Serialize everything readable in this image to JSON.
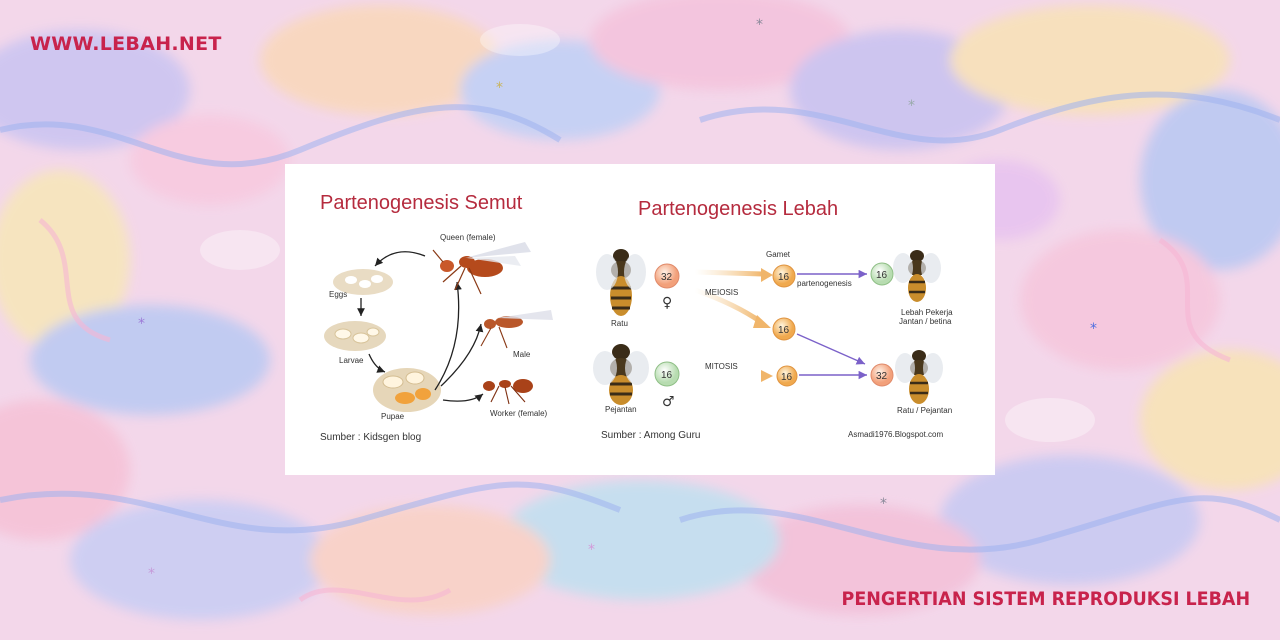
{
  "header": {
    "site": "WWW.LEBAH.NET"
  },
  "footer": {
    "title": "PENGERTIAN SISTEM REPRODUKSI LEBAH"
  },
  "figure": {
    "ant": {
      "title": "Partenogenesis Semut",
      "labels": {
        "queen": "Queen (female)",
        "eggs": "Eggs",
        "larvae": "Larvae",
        "pupae": "Pupae",
        "male": "Male",
        "worker": "Worker (female)"
      },
      "source": "Sumber : Kidsgen blog"
    },
    "bee": {
      "title": "Partenogenesis Lebah",
      "labels": {
        "ratu": "Ratu",
        "pejantan": "Pejantan",
        "gamet": "Gamet",
        "meiosis": "MEIOSIS",
        "mitosis": "MITOSIS",
        "partenogenesis": "partenogenesis",
        "pekerja_1": "Lebah Pekerja",
        "pekerja_2": "Jantan / betina",
        "ratu_pejantan": "Ratu / Pejantan"
      },
      "numbers": {
        "ratu": "32",
        "pejantan": "16",
        "gamet_1": "16",
        "gamet_2": "16",
        "gamet_3": "16",
        "worker": "16",
        "zygote": "32"
      },
      "symbols": {
        "female": "♀",
        "male": "♂"
      },
      "source": "Sumber : Among Guru",
      "credit": "Asmadi1976.Blogspot.com"
    }
  }
}
